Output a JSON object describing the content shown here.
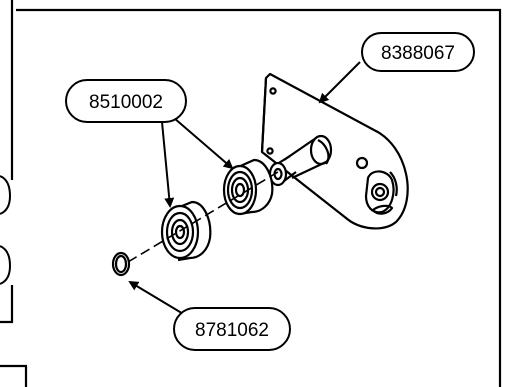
{
  "callouts": [
    {
      "part_number": "8388067"
    },
    {
      "part_number": "8510002"
    },
    {
      "part_number": "8781062"
    }
  ],
  "colors": {
    "ink": "#000000",
    "paper": "#ffffff"
  }
}
